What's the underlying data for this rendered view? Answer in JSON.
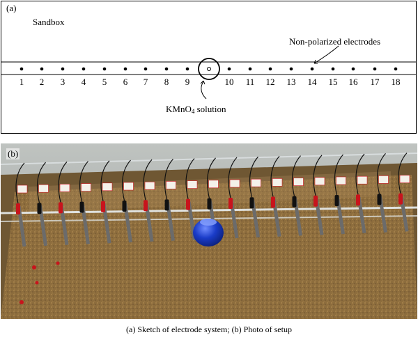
{
  "panel_a": {
    "tag": "(a)",
    "sandbox_label": "Sandbox",
    "electrodes_label": "Non-polarized electrodes",
    "solution_label_pre": "KMnO",
    "solution_label_sub": "4",
    "solution_label_post": " solution",
    "electrode_numbers": [
      "1",
      "2",
      "3",
      "4",
      "5",
      "6",
      "7",
      "8",
      "9",
      "10",
      "11",
      "12",
      "13",
      "14",
      "15",
      "16",
      "17",
      "18"
    ]
  },
  "panel_b": {
    "tag": "(b)"
  },
  "caption": "(a) Sketch of electrode system; (b) Photo of setup",
  "colors": {
    "sand": "#8a6a3a",
    "clip_red": "#c8141c",
    "clip_black": "#111111",
    "bottle_blue": "#1a3cc8"
  }
}
